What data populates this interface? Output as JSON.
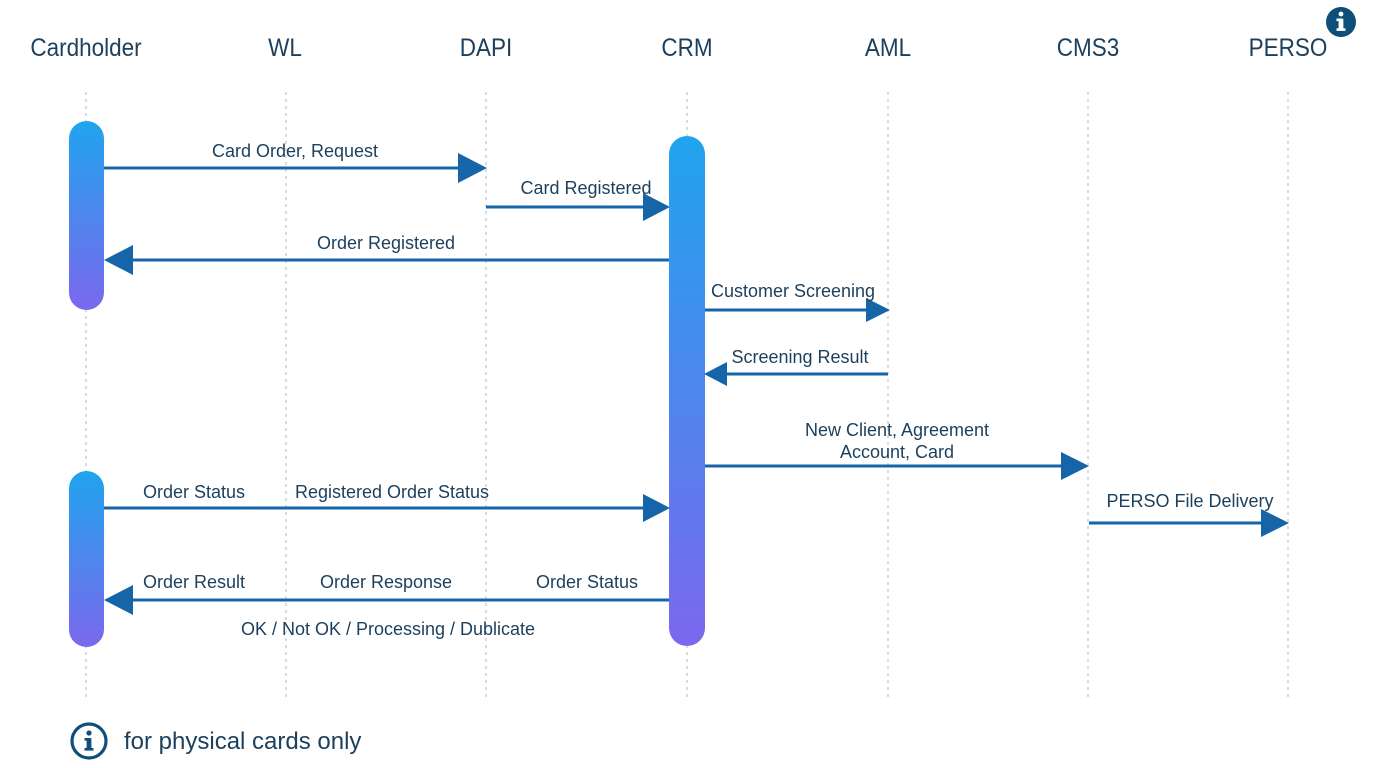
{
  "participants": [
    {
      "id": "cardholder",
      "label": "Cardholder"
    },
    {
      "id": "wl",
      "label": "WL"
    },
    {
      "id": "dapi",
      "label": "DAPI"
    },
    {
      "id": "crm",
      "label": "CRM"
    },
    {
      "id": "aml",
      "label": "AML"
    },
    {
      "id": "cms3",
      "label": "CMS3"
    },
    {
      "id": "perso",
      "label": "PERSO"
    }
  ],
  "perso_marker_icon": "info-icon",
  "messages": {
    "card_order_request": "Card Order, Request",
    "card_registered": "Card Registered",
    "order_registered": "Order Registered",
    "customer_screening": "Customer Screening",
    "screening_result": "Screening Result",
    "new_client_line1": "New Client, Agreement",
    "new_client_line2": "Account, Card",
    "order_status_1": "Order Status",
    "registered_order_status": "Registered Order Status",
    "perso_file_delivery": "PERSO File Delivery",
    "order_result": "Order Result",
    "order_response": "Order Response",
    "order_status_2": "Order Status",
    "result_options": "OK / Not OK / Processing / Dublicate"
  },
  "legend": {
    "icon": "info-icon",
    "text": "for physical cards only"
  },
  "colors": {
    "arrow": "#1565a8",
    "activation_top": "#20a4ee",
    "activation_bottom": "#7b68ee",
    "text": "#1c3f5c",
    "info_icon": "#0e4f7a"
  }
}
